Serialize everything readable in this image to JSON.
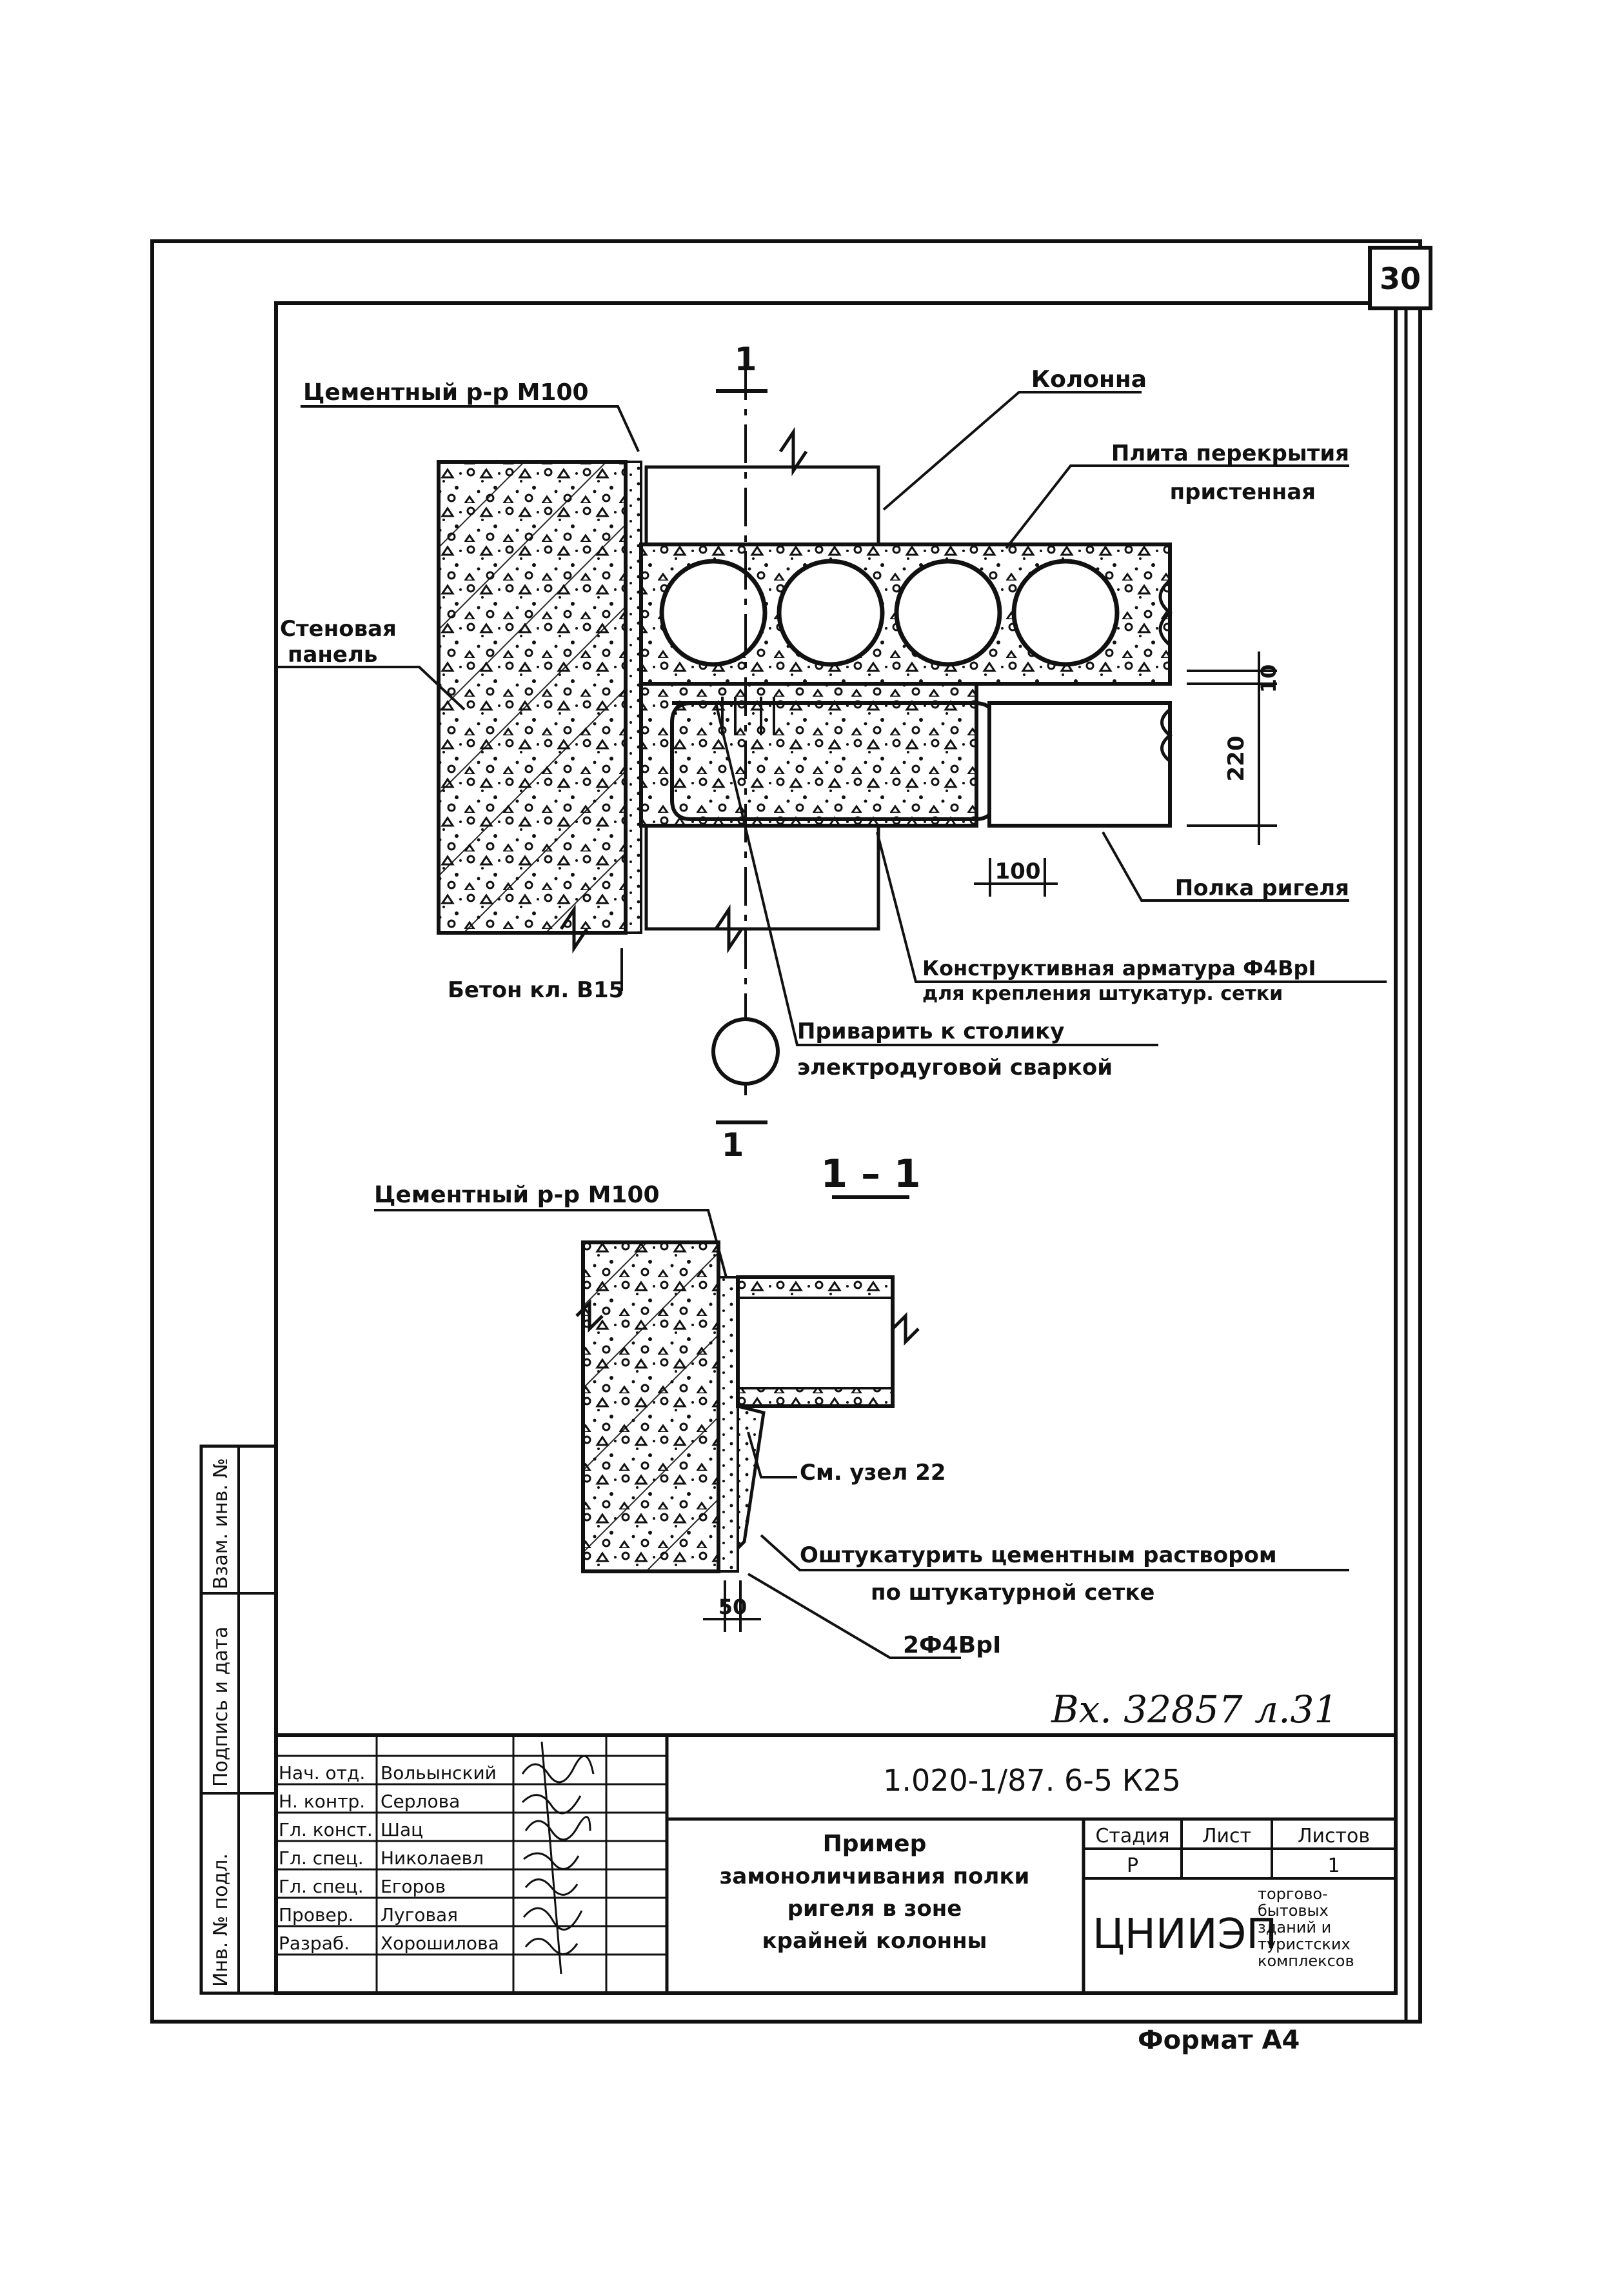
{
  "sheet": {
    "page_number": "30",
    "format_label": "Формат А4",
    "inventory_note": "Вх. 32857 л.31"
  },
  "plan_view": {
    "section_mark": "1",
    "labels": {
      "cement_mortar": "Цементный р-р М100",
      "column": "Колонна",
      "slab_line1": "Плита перекрытия",
      "slab_line2": "пристенная",
      "wall_panel_line1": "Стеновая",
      "wall_panel_line2": "панель",
      "concrete": "Бетон кл. В15",
      "beam_shelf": "Полка ригеля",
      "rebar_line1": "Конструктивная арматура Ф4ВрI",
      "rebar_line2": "для крепления штукатур. сетки",
      "weld_line1": "Приварить к столику",
      "weld_line2": "электродуговой сваркой"
    },
    "dimensions": {
      "top_gap": "10",
      "height": "220",
      "width": "100"
    }
  },
  "section_1_1": {
    "title": "1 – 1",
    "labels": {
      "cement_mortar": "Цементный р-р М100",
      "see_node": "См. узел 22",
      "plaster_line1": "Оштукатурить цементным раствором",
      "plaster_line2": "по штукатурной сетке",
      "rebar": "2Ф4ВрI"
    },
    "dimension": "50"
  },
  "side_stamp": {
    "column1": "Инв. № подл.",
    "column2": "Подпись и дата",
    "column3": "Взам. инв. №"
  },
  "title_block": {
    "designation": "1.020-1/87. 6-5  К25",
    "description_lines": [
      "Пример",
      "замоноличивания полки",
      "ригеля в зоне",
      "крайней колонны"
    ],
    "staff": [
      {
        "role": "Нач. отд.",
        "name": "Вольынский"
      },
      {
        "role": "Н. контр.",
        "name": "Серлова"
      },
      {
        "role": "Гл. конст.",
        "name": "Шац"
      },
      {
        "role": "Гл. спец.",
        "name": "Николаевл"
      },
      {
        "role": "Гл. спец.",
        "name": "Егоров"
      },
      {
        "role": "Провер.",
        "name": "Луговая"
      },
      {
        "role": "Разраб.",
        "name": "Хорошилова"
      }
    ],
    "stage_header": "Стадия",
    "sheet_header": "Лист",
    "sheets_header": "Листов",
    "stage_value": "Р",
    "sheet_value": "",
    "sheets_value": "1",
    "org_name": "ЦНИИЭП",
    "org_sub": [
      "торгово-",
      "бытовых",
      "зданий и",
      "туристских",
      "комплексов"
    ]
  }
}
